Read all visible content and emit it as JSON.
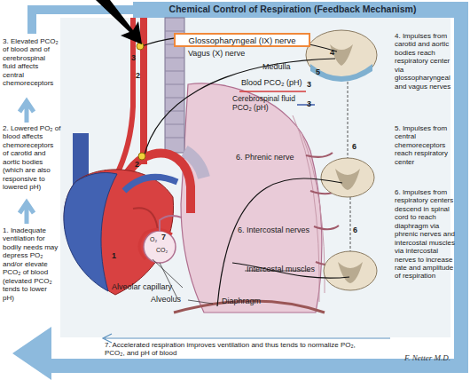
{
  "diagram": {
    "title": "Chemical Control of Respiration (Feedback Mechanism)",
    "nodes": [
      {
        "text": [
          "Glossopharyngeal (IX) nerve"
        ]
      }
    ],
    "labels": [
      "3. Elevated PCO₂ of blood and of cerebrospinal fluid affects central chemoreceptors",
      "2. Lowered PO₂ of blood affects chemoreceptors of carotid and aortic bodies (which are also responsive to lowered pH)",
      "1. Inadequate ventilation for bodily needs may depress PO₂ and/or elevate PCO₂ of blood (elevated PCO₂ tends to lower pH)",
      "4. Impulses from carotid and aortic bodies reach respiratory center via glossopharyngeal and vagus nerves",
      "5. Impulses from central chemoreceptors reach respiratory center",
      "6. Impulses from respiratory centers descend in spinal cord to reach diaphragm via phrenic nerves and intercostal muscles via intercostal nerves to increase rate and amplitude of respiration",
      "7. Accelerated respiration improves ventilation and thus tends to normalize PO₂, PCO₂, and pH of blood",
      "Vagus (X) nerve",
      "Medulla",
      "Blood PCO₂ (pH)",
      "Cerebrospinal fluid PCO₂ (pH)",
      "6. Phrenic nerve",
      "6. Intercostal nerves",
      "Intercostal muscles",
      "Alveolar capillary",
      "Alveolus",
      "Diaphragm",
      "O₂",
      "CO₂",
      "3",
      "2",
      "2",
      "4",
      "5",
      "3",
      "3",
      "1",
      "7",
      "6",
      "6",
      "F. Netter M.D."
    ]
  }
}
